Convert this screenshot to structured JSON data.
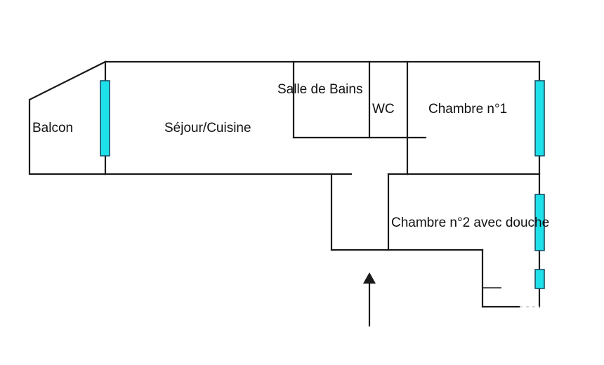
{
  "floorplan": {
    "rooms": {
      "balcon": "Balcon",
      "sejour_cuisine": "Séjour/Cuisine",
      "salle_de_bains": "Salle de Bains",
      "wc": "WC",
      "chambre_1": "Chambre n°1",
      "chambre_2": "Chambre n°2 avec douche"
    },
    "colors": {
      "wall": "#1a1a1a",
      "window": "#1ee0e8",
      "window_outline": "#1a4f66",
      "background": "#ffffff"
    },
    "icons": {
      "entrance": "entrance-arrow-icon"
    }
  }
}
